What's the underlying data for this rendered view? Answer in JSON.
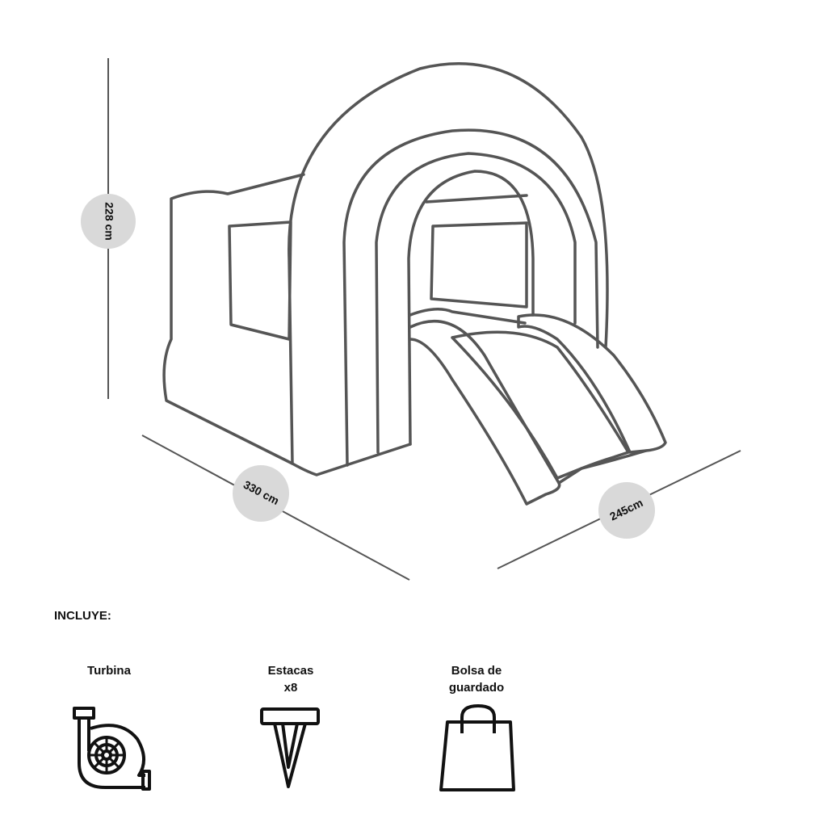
{
  "dimensions": {
    "height": "228 cm",
    "width": "330 cm",
    "depth": "245cm"
  },
  "includes": {
    "title": "INCLUYE:",
    "items": [
      {
        "name_line1": "Turbina",
        "name_line2": "",
        "icon": "turbine-icon"
      },
      {
        "name_line1": "Estacas",
        "name_line2": "x8",
        "icon": "stake-icon"
      },
      {
        "name_line1": "Bolsa de",
        "name_line2": "guardado",
        "icon": "bag-icon"
      }
    ]
  },
  "colors": {
    "outline": "#555555",
    "badge": "#d9d9d9",
    "text": "#111111"
  }
}
